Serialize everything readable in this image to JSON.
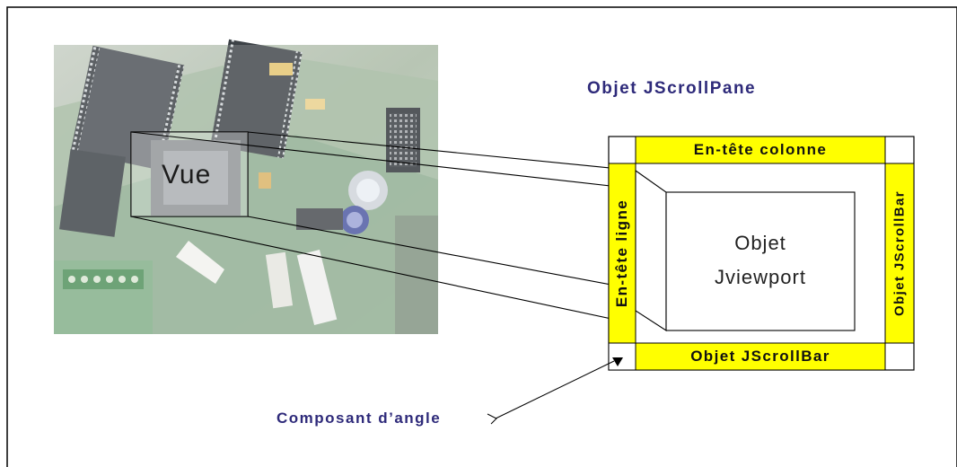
{
  "diagram": {
    "title": "Objet JScrollPane",
    "column_header": "En-tête colonne",
    "row_header": "En-tête ligne",
    "vertical_scrollbar": "Objet JScrollBar",
    "horizontal_scrollbar": "Objet JScrollBar",
    "viewport_line1": "Objet",
    "viewport_line2": "Jviewport",
    "view_label": "Vue",
    "corner_label": "Composant d’angle"
  },
  "colors": {
    "header_fill": "#ffff00",
    "title_text": "#2e2a7a",
    "outline": "#000000"
  }
}
